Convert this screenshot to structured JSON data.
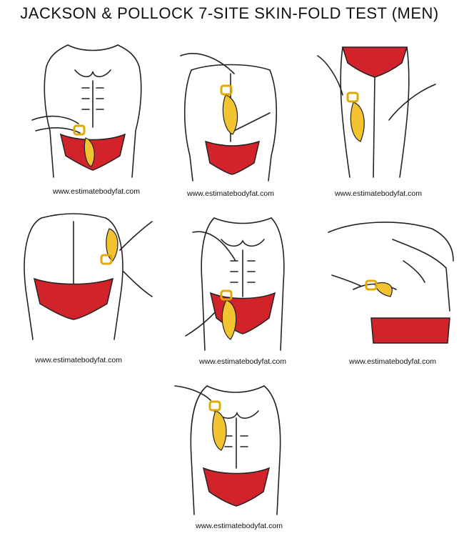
{
  "title": "JACKSON & POLLOCK 7-SITE SKIN-FOLD TEST (MEN)",
  "colors": {
    "brief": "#d2232a",
    "caliper": "#f4c430",
    "line": "#222222",
    "skin": "#ffffff"
  },
  "panels": [
    {
      "site": "abdomen-front",
      "caption": "www.estimatebodyfat.com"
    },
    {
      "site": "back-scapula",
      "caption": "www.estimatebodyfat.com"
    },
    {
      "site": "thigh",
      "caption": "www.estimatebodyfat.com"
    },
    {
      "site": "back-side",
      "caption": "www.estimatebodyfat.com"
    },
    {
      "site": "abdomen-torso",
      "caption": "www.estimatebodyfat.com"
    },
    {
      "site": "midaxillary",
      "caption": "www.estimatebodyfat.com"
    },
    {
      "site": "chest",
      "caption": "www.estimatebodyfat.com"
    }
  ]
}
